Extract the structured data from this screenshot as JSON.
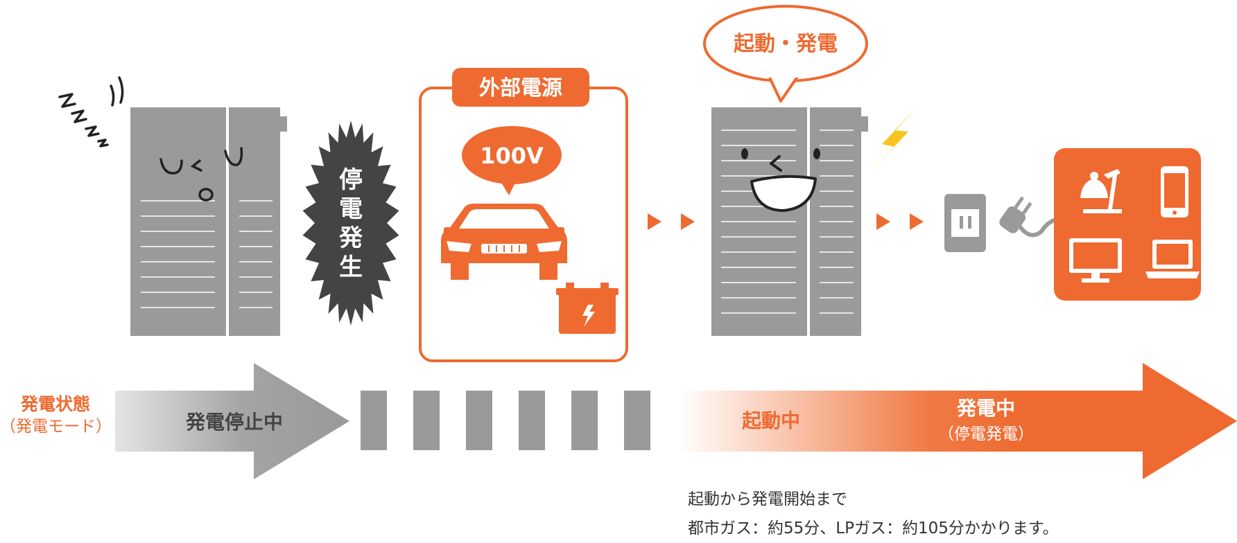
{
  "colors": {
    "accent": "#ee6a30",
    "unit_gray": "#9a9a9a",
    "dark": "#444444",
    "bolt": "#f7c51e"
  },
  "icons": {
    "sleep": "zzz-icon",
    "power_outage": "starburst-icon",
    "car": "car-icon",
    "battery": "car-battery-icon",
    "lightning": "lightning-icon",
    "outlet": "power-outlet-icon",
    "plug": "power-plug-icon",
    "lamp": "desk-lamp-icon",
    "phone": "smartphone-icon",
    "monitor": "monitor-icon",
    "laptop": "laptop-icon"
  },
  "labels": {
    "outage": "停電発生",
    "external_power": "外部電源",
    "voltage": "100V",
    "speech": "起動・発電"
  },
  "timeline": {
    "mode_title": "発電状態",
    "mode_sub": "（発電モード）",
    "stopped": "発電停止中",
    "starting": "起動中",
    "generating": "発電中",
    "generating_sub": "（停電発電）"
  },
  "note": {
    "line1": "起動から発電開始まで",
    "line2": "都市ガス：約55分、LPガス：約105分かかります。"
  }
}
